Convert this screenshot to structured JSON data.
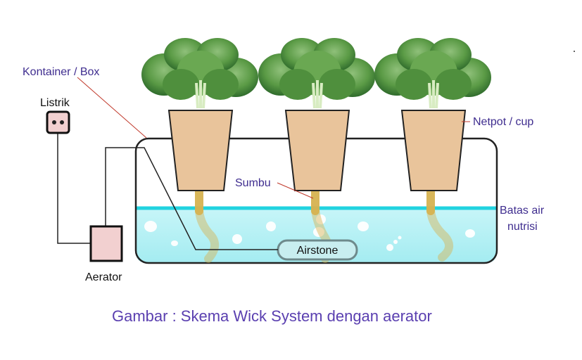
{
  "labels": {
    "container": "Kontainer / Box",
    "power": "Listrik",
    "netpot": "Netpot / cup",
    "wick": "Sumbu",
    "water_level_line1": "Batas air",
    "water_level_line2": "nutrisi",
    "airstone": "Airstone",
    "aerator": "Aerator"
  },
  "caption": "Gambar : Skema Wick System dengan aerator",
  "colors": {
    "label_purple": "#3f2d8f",
    "caption_purple": "#5a3fb0",
    "water_fill": "#b3f0f4",
    "water_line": "#22d3e0",
    "pot_fill": "#e9c49b",
    "wick": "#d6b250",
    "aerator_fill": "#f2d0d0",
    "leader_line": "#c0392b"
  },
  "icons": [
    "plant-icon",
    "power-socket-icon"
  ]
}
